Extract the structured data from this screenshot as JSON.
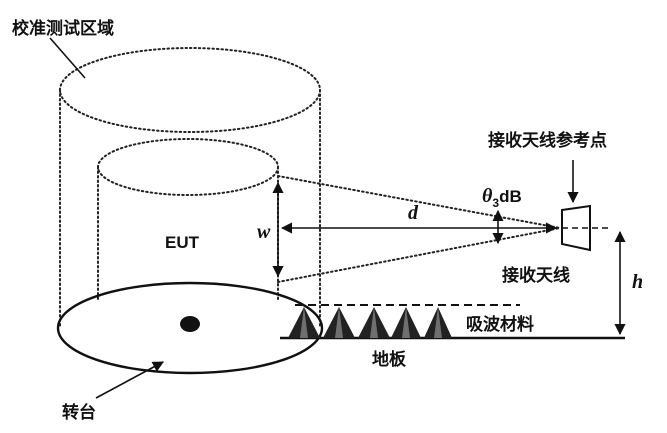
{
  "labels": {
    "calibration_zone": "校准测试区域",
    "eut": "EUT",
    "ref_point": "接收天线参考点",
    "theta_symbol": "θ",
    "theta_sub": "3",
    "theta_unit": "dB",
    "distance": "d",
    "width": "w",
    "height": "h",
    "receive_antenna": "接收天线",
    "absorber": "吸波材料",
    "floor": "地板",
    "turntable": "转台"
  },
  "colors": {
    "stroke": "#111111",
    "background": "#ffffff"
  }
}
